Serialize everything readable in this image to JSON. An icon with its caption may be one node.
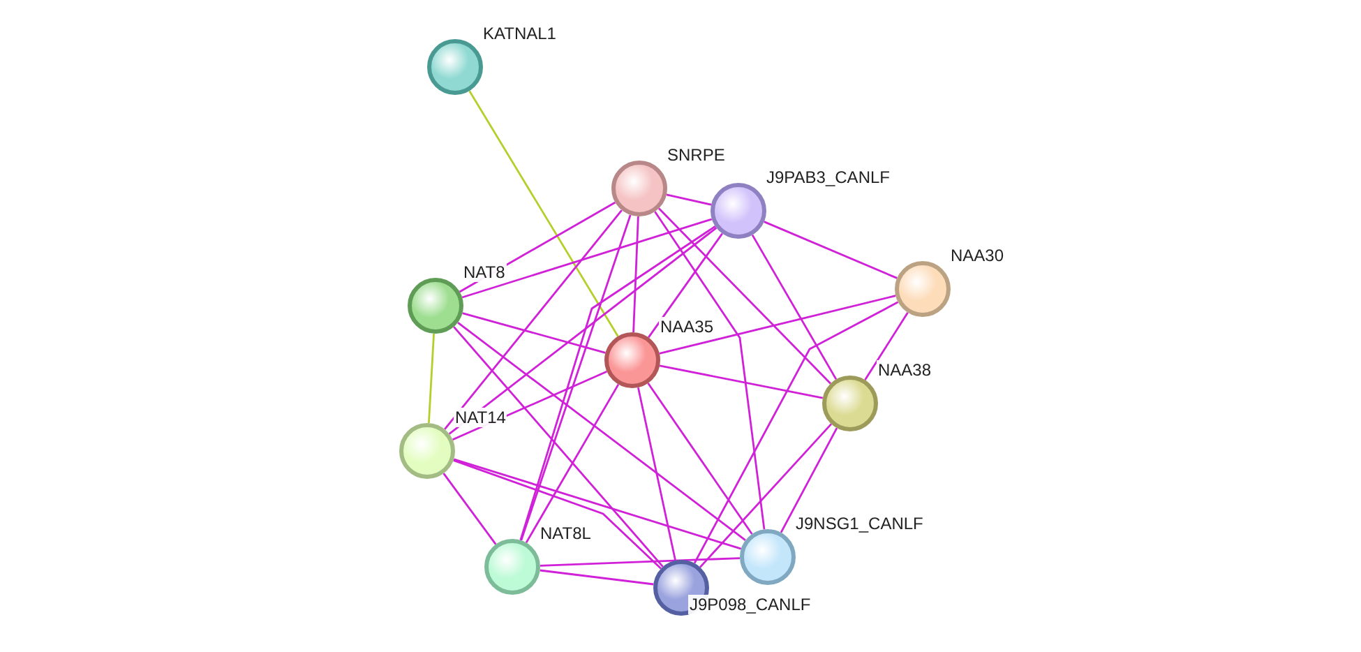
{
  "diagram": {
    "nodes": [
      {
        "text": [
          "KATNAL1"
        ]
      },
      {
        "text": [
          "SNRPE"
        ]
      },
      {
        "text": [
          "J9PAB3_CANLF"
        ]
      },
      {
        "text": [
          "NAT8"
        ]
      },
      {
        "text": [
          "NAA35"
        ]
      },
      {
        "text": [
          "NAA30"
        ]
      },
      {
        "text": [
          "NAA38"
        ]
      },
      {
        "text": [
          "NAT14"
        ]
      },
      {
        "text": [
          "J9NSG1_CANLF"
        ]
      },
      {
        "text": [
          "NAT8L"
        ]
      },
      {
        "text": [
          "J9P098_CANLF"
        ]
      }
    ],
    "edges": [
      {
        "from": 0,
        "to": 4,
        "arrow": "none",
        "color": "#b5cf2a"
      },
      {
        "from": 1,
        "to": 2,
        "arrow": "none"
      },
      {
        "from": 1,
        "to": 3,
        "arrow": "none"
      },
      {
        "from": 1,
        "to": 4,
        "arrow": "none"
      },
      {
        "from": 1,
        "to": 7,
        "arrow": "none"
      },
      {
        "from": 1,
        "to": 9,
        "arrow": "none"
      },
      {
        "from": 1,
        "to": 6,
        "arrow": "none"
      },
      {
        "from": 1,
        "to": 8,
        "arrow": "none"
      },
      {
        "from": 2,
        "to": 3,
        "arrow": "none"
      },
      {
        "from": 2,
        "to": 4,
        "arrow": "none"
      },
      {
        "from": 2,
        "to": 5,
        "arrow": "none"
      },
      {
        "from": 2,
        "to": 6,
        "arrow": "none"
      },
      {
        "from": 2,
        "to": 7,
        "arrow": "none"
      },
      {
        "from": 2,
        "to": 9,
        "arrow": "none"
      },
      {
        "from": 3,
        "to": 4,
        "arrow": "none"
      },
      {
        "from": 3,
        "to": 7,
        "arrow": "none",
        "color": "#b5cf2a"
      },
      {
        "from": 3,
        "to": 10,
        "arrow": "none"
      },
      {
        "from": 3,
        "to": 8,
        "arrow": "none"
      },
      {
        "from": 4,
        "to": 5,
        "arrow": "none"
      },
      {
        "from": 4,
        "to": 6,
        "arrow": "none"
      },
      {
        "from": 4,
        "to": 7,
        "arrow": "none"
      },
      {
        "from": 4,
        "to": 9,
        "arrow": "none"
      },
      {
        "from": 4,
        "to": 10,
        "arrow": "none"
      },
      {
        "from": 4,
        "to": 8,
        "arrow": "none"
      },
      {
        "from": 5,
        "to": 6,
        "arrow": "none"
      },
      {
        "from": 5,
        "to": 10,
        "arrow": "none"
      },
      {
        "from": 6,
        "to": 10,
        "arrow": "none"
      },
      {
        "from": 6,
        "to": 8,
        "arrow": "none"
      },
      {
        "from": 7,
        "to": 9,
        "arrow": "none"
      },
      {
        "from": 7,
        "to": 8,
        "arrow": "none"
      },
      {
        "from": 7,
        "to": 10,
        "arrow": "none"
      },
      {
        "from": 9,
        "to": 10,
        "arrow": "none"
      },
      {
        "from": 9,
        "to": 8,
        "arrow": "none"
      }
    ]
  }
}
